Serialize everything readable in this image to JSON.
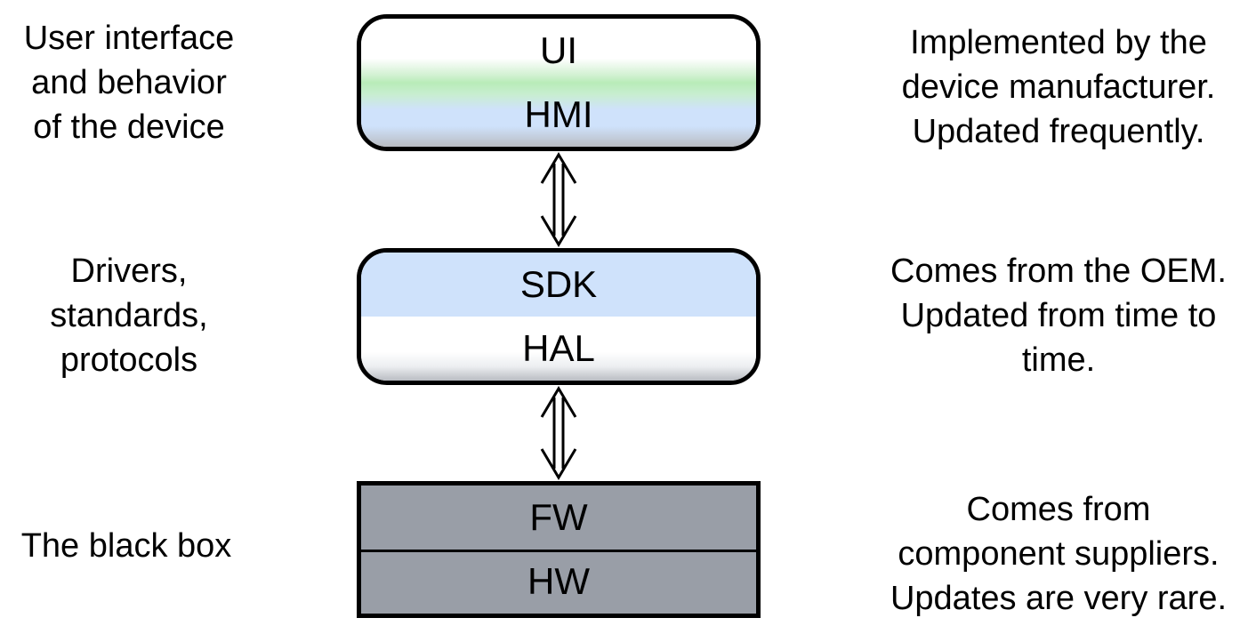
{
  "left_labels": [
    "User interface\nand behavior\nof the device",
    "Drivers,\nstandards,\nprotocols",
    "The black box"
  ],
  "right_labels": [
    "Implemented by the\ndevice manufacturer.\nUpdated frequently.",
    "Comes from the OEM.\nUpdated from time to\ntime.",
    "Comes from\ncomponent suppliers.\nUpdates are very rare."
  ],
  "boxes": [
    {
      "upper": "UI",
      "lower": "HMI"
    },
    {
      "upper": "SDK",
      "lower": "HAL"
    },
    {
      "upper": "FW",
      "lower": "HW"
    }
  ],
  "colors": {
    "green": "#b8ecb8",
    "blue": "#cfe2fb",
    "gray": "#999ea7",
    "border": "#000000"
  }
}
